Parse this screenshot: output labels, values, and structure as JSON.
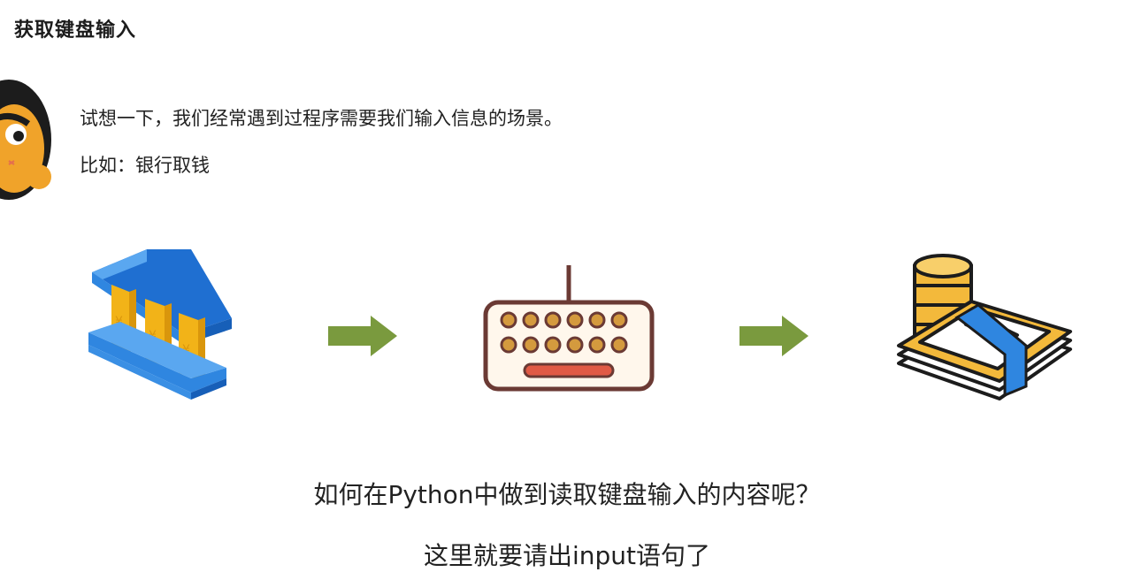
{
  "slide": {
    "title": "获取键盘输入",
    "intro_line_1": "试想一下，我们经常遇到过程序需要我们输入信息的场景。",
    "intro_line_2": "比如：银行取钱",
    "question": "如何在Python中做到读取键盘输入的内容呢？",
    "answer": "这里就要请出input语句了"
  },
  "icons": {
    "mascot": "mascot-character-icon",
    "bank": "bank-building-icon",
    "arrow": "right-arrow-icon",
    "keyboard": "keyboard-icon",
    "money": "coins-and-cash-icon"
  },
  "colors": {
    "arrow": "#7a9a3e",
    "bank_blue": "#2f86e0",
    "pillar_gold": "#f2b318",
    "keyboard_body": "#fff7ec",
    "keyboard_outline": "#6b3a34",
    "keyboard_key": "#d49a3e",
    "spacebar": "#e05a45",
    "money_band": "#2f86e0",
    "coin": "#f3b93b"
  }
}
